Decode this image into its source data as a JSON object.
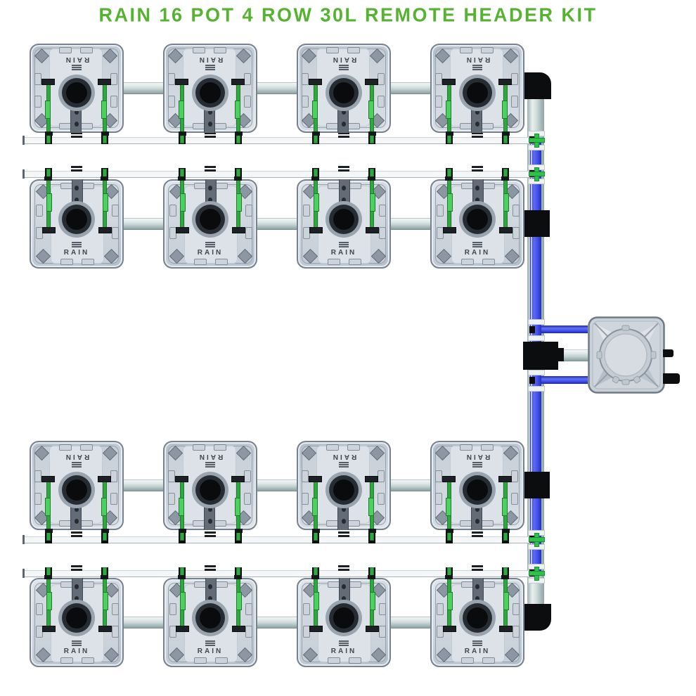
{
  "title": "RAIN 16 POT 4 ROW 30L REMOTE HEADER KIT",
  "pot": {
    "brand": "RAIN"
  },
  "layout": {
    "rows": [
      {
        "orientation": "inverted",
        "pot_count": 4
      },
      {
        "orientation": "normal",
        "pot_count": 4
      },
      {
        "orientation": "inverted",
        "pot_count": 4
      },
      {
        "orientation": "normal",
        "pot_count": 4
      }
    ],
    "total_pots": 16,
    "header_unit": "remote header tank"
  },
  "colors": {
    "title_green": "#55b331",
    "pipe_blue": "#4553e8",
    "pipe_silver": "#cfdcdb",
    "pipe_white": "#f4f6f7",
    "drip_green": "#2fa83f",
    "fitting_green": "#2ec24b",
    "fitting_black": "#0c0d0f",
    "pot_body_gray": "#c6cfd8",
    "tank_gray": "#c9d0d7"
  }
}
